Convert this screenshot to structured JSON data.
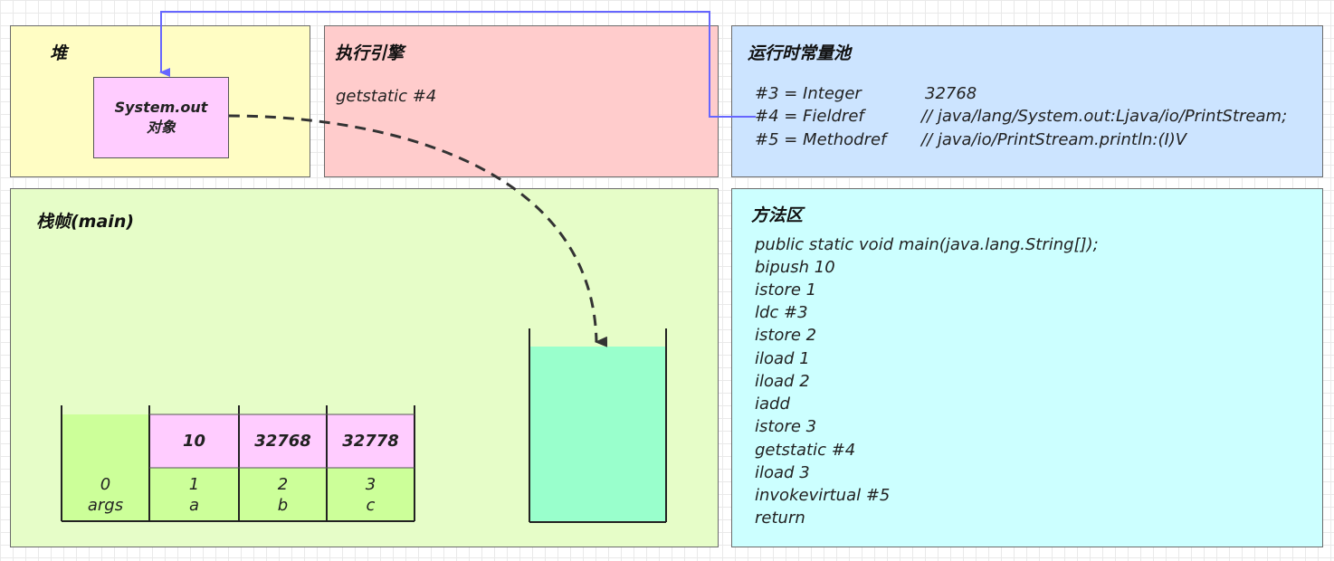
{
  "heap": {
    "title": "堆",
    "object_line1": "System.out",
    "object_line2": "对象"
  },
  "engine": {
    "title": "执行引擎",
    "instruction": "getstatic #4"
  },
  "constant_pool": {
    "title": "运行时常量池",
    "entries": [
      {
        "ref": "#3 = Integer",
        "value": "32768"
      },
      {
        "ref": "#4 = Fieldref",
        "value": "// java/lang/System.out:Ljava/io/PrintStream;"
      },
      {
        "ref": "#5 = Methodref",
        "value": "// java/io/PrintStream.println:(I)V"
      }
    ]
  },
  "stack_frame": {
    "title": "栈帧(main)",
    "locals": [
      {
        "index": "0",
        "name": "args",
        "value": ""
      },
      {
        "index": "1",
        "name": "a",
        "value": "10"
      },
      {
        "index": "2",
        "name": "b",
        "value": "32768"
      },
      {
        "index": "3",
        "name": "c",
        "value": "32778"
      }
    ],
    "operand_stack_fill": 0.91
  },
  "method_area": {
    "title": "方法区",
    "lines": [
      "public static void main(java.lang.String[]);",
      "bipush 10",
      "istore 1",
      "ldc #3",
      "istore 2",
      "iload 1",
      "iload 2",
      "iadd",
      "istore 3",
      "getstatic #4",
      "iload 3",
      "invokevirtual #5",
      "return"
    ]
  },
  "colors": {
    "heap": "#fffdc4",
    "engine": "#ffcccc",
    "pool": "#cce4ff",
    "frame": "#e6fdc8",
    "method": "#ccffff",
    "object": "#ffccff",
    "local_slot": "#ccff99",
    "operand_stack": "#99ffcc",
    "ref_arrow": "#6666ff",
    "push_arrow": "#333333"
  }
}
